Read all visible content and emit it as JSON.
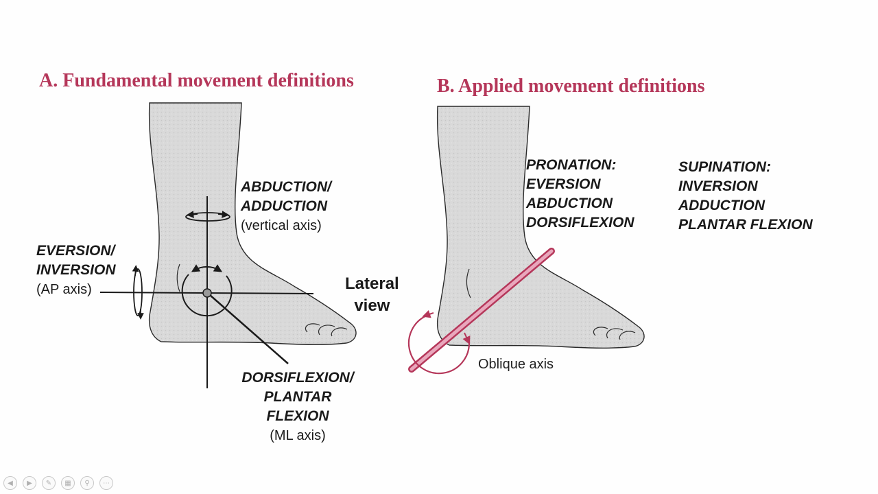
{
  "panel_a": {
    "title": "A. Fundamental movement definitions",
    "abduction": {
      "line1": "ABDUCTION/",
      "line2": "ADDUCTION",
      "axis": "(vertical axis)"
    },
    "eversion": {
      "line1": "EVERSION/",
      "line2": "INVERSION",
      "axis": "(AP axis)"
    },
    "dorsiflexion": {
      "line1": "DORSIFLEXION/",
      "line2": "PLANTAR",
      "line3": "FLEXION",
      "axis": "(ML axis)"
    },
    "lateral": {
      "line1": "Lateral",
      "line2": "view"
    }
  },
  "panel_b": {
    "title": "B. Applied movement definitions",
    "pronation": {
      "line1": "PRONATION:",
      "line2": "EVERSION",
      "line3": "ABDUCTION",
      "line4": "DORSIFLEXION"
    },
    "supination": {
      "line1": "SUPINATION:",
      "line2": "INVERSION",
      "line3": "ADDUCTION",
      "line4": "PLANTAR FLEXION"
    },
    "oblique_axis": "Oblique axis"
  },
  "colors": {
    "title": "#b5375a",
    "axis_rod": "#d46a8a",
    "foot_fill": "#d9d9d9"
  },
  "controls": [
    "previous-icon",
    "next-icon",
    "pen-icon",
    "slides-icon",
    "zoom-icon",
    "more-icon"
  ]
}
